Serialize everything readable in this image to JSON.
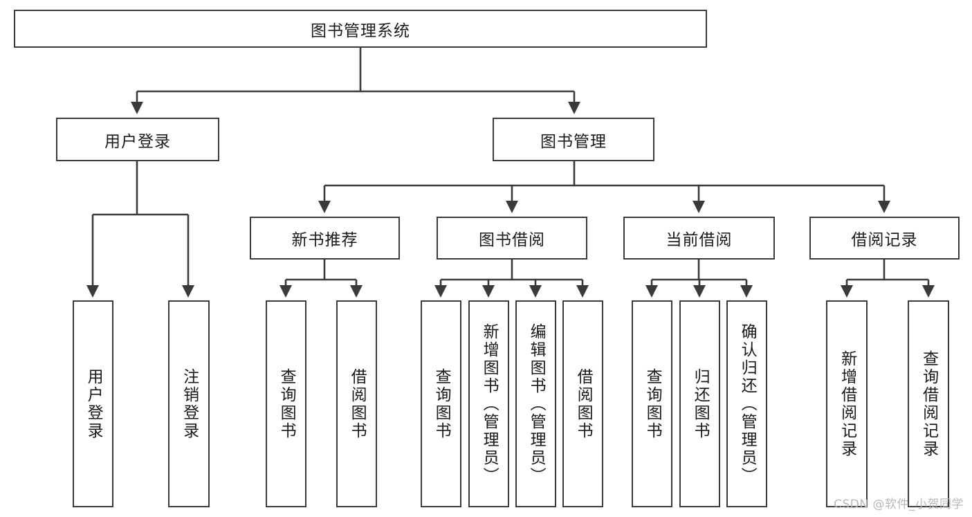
{
  "diagram": {
    "type": "tree-hierarchy-chart",
    "title": "图书管理系统",
    "watermark": "CSDN @软件_小贺同学",
    "colors": {
      "stroke": "#3a3a3a",
      "fill": "#ffffff",
      "text": "#1a1a1a",
      "watermark": "#b8b8b8"
    },
    "nodes": {
      "root": {
        "label": "图书管理系统"
      },
      "level1": [
        {
          "id": "user-login",
          "label": "用户登录"
        },
        {
          "id": "book-management",
          "label": "图书管理"
        }
      ],
      "level2": [
        {
          "id": "new-book-recommend",
          "label": "新书推荐"
        },
        {
          "id": "book-borrow",
          "label": "图书借阅"
        },
        {
          "id": "current-borrow",
          "label": "当前借阅"
        },
        {
          "id": "borrow-record",
          "label": "借阅记录"
        }
      ],
      "leaves": {
        "user-login": [
          {
            "id": "leaf-user-login",
            "label": "用户登录"
          },
          {
            "id": "leaf-logout-login",
            "label": "注销登录"
          }
        ],
        "new-book-recommend": [
          {
            "id": "leaf-query-book-1",
            "label": "查询图书"
          },
          {
            "id": "leaf-borrow-book-1",
            "label": "借阅图书"
          }
        ],
        "book-borrow": [
          {
            "id": "leaf-query-book-2",
            "label": "查询图书"
          },
          {
            "id": "leaf-add-book-admin",
            "label": "新增图书（管理员）"
          },
          {
            "id": "leaf-edit-book-admin",
            "label": "编辑图书（管理员）"
          },
          {
            "id": "leaf-borrow-book-2",
            "label": "借阅图书"
          }
        ],
        "current-borrow": [
          {
            "id": "leaf-query-book-3",
            "label": "查询图书"
          },
          {
            "id": "leaf-return-book",
            "label": "归还图书"
          },
          {
            "id": "leaf-confirm-return-admin",
            "label": "确认归还（管理员）"
          }
        ],
        "borrow-record": [
          {
            "id": "leaf-add-borrow-record",
            "label": "新增借阅记录"
          },
          {
            "id": "leaf-query-borrow-record",
            "label": "查询借阅记录"
          }
        ]
      }
    }
  }
}
